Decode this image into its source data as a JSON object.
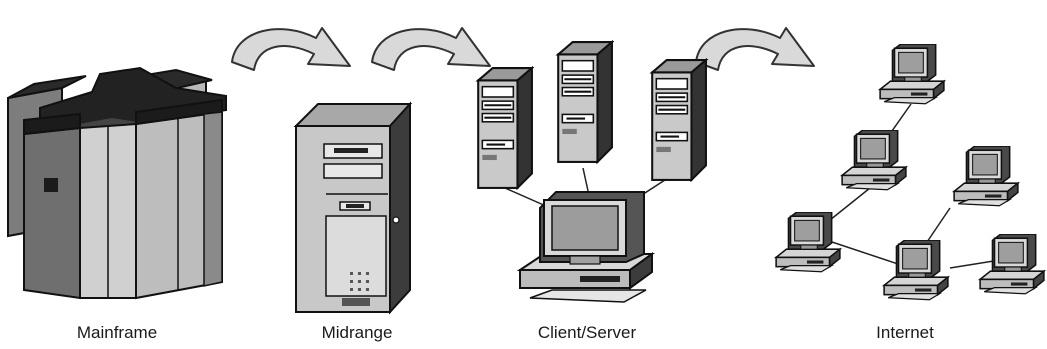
{
  "captions": {
    "mainframe": "Mainframe",
    "midrange": "Midrange",
    "client_server": "Client/Server",
    "internet": "Internet"
  },
  "icons": {
    "arrow": "curved-arrow-icon",
    "mainframe": "mainframe-icon",
    "midrange": "midrange-tower-icon",
    "server": "server-tower-icon",
    "workstation": "workstation-icon",
    "desktop": "desktop-pc-icon"
  },
  "colors": {
    "ink": "#111111",
    "dark": "#2a2a2a",
    "mid": "#8c8c8c",
    "light": "#c8c8c8",
    "pale": "#e6e6e6"
  }
}
